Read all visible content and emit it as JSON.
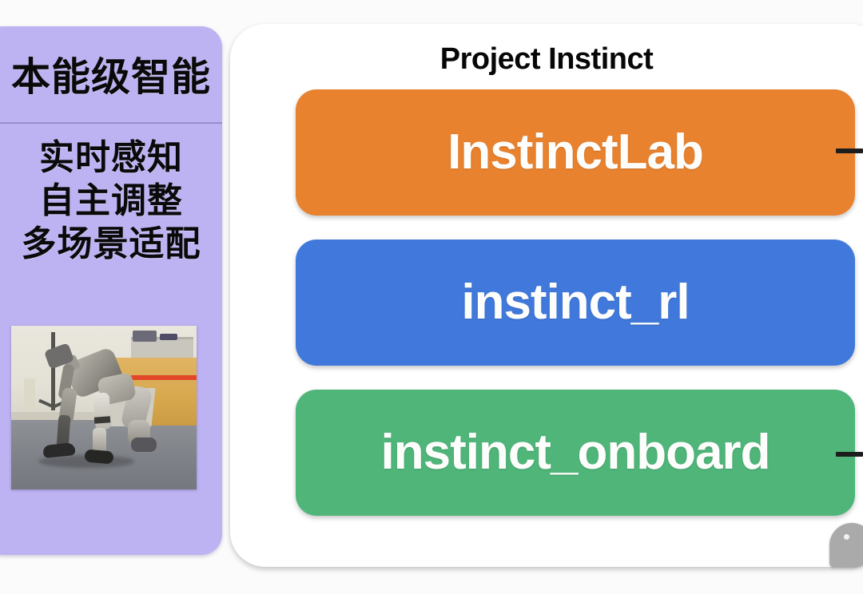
{
  "canvas": {
    "background_color": "#fbfbfb",
    "title": "Project Instinct"
  },
  "left_branch": {
    "panel_color": "#bdb3f2",
    "title": "本能级智能",
    "capabilities": [
      "实时感知",
      "自主调整",
      "多场景适配"
    ],
    "photo": {
      "name": "humanoid-robot-lab-photo",
      "description": "humanoid robot crouching on a grey lab floor"
    }
  },
  "main_card": {
    "title": "Project Instinct",
    "nodes": [
      {
        "label": "InstinctLab",
        "color": "#e8822e",
        "text_color": "#fdfdfc"
      },
      {
        "label": "instinct_rl",
        "color": "#4079db",
        "text_color": "#fdfdfc"
      },
      {
        "label": "instinct_onboard",
        "color": "#4fb579",
        "text_color": "#fdfdfc"
      }
    ]
  },
  "connectors": [
    {
      "name": "connector-instinctlab",
      "color": "#1d1d1d"
    },
    {
      "name": "connector-instinct-onboard",
      "color": "#1d1d1d"
    }
  ],
  "chat_bubble": {
    "name": "chat-bubble-icon",
    "color": "#aaaaaa"
  }
}
